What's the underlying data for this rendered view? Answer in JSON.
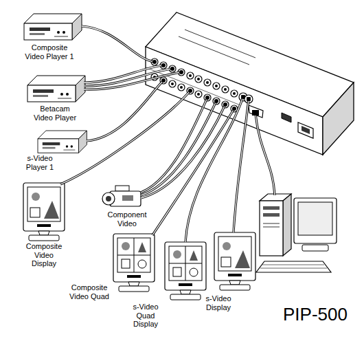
{
  "diagram": {
    "title": "PIP-500",
    "nodes": [
      {
        "text": [
          "Composite Video Player 1"
        ]
      },
      {
        "text": [
          "Betacam Video Player"
        ]
      },
      {
        "text": [
          "s-Video Player 1"
        ]
      },
      {
        "text": [
          "Composite Video Display"
        ]
      },
      {
        "text": [
          "Component Video"
        ]
      },
      {
        "text": [
          "Composite Video Quad"
        ]
      },
      {
        "text": [
          "s-Video Quad Display"
        ]
      },
      {
        "text": [
          "s-Video Display"
        ]
      }
    ]
  }
}
